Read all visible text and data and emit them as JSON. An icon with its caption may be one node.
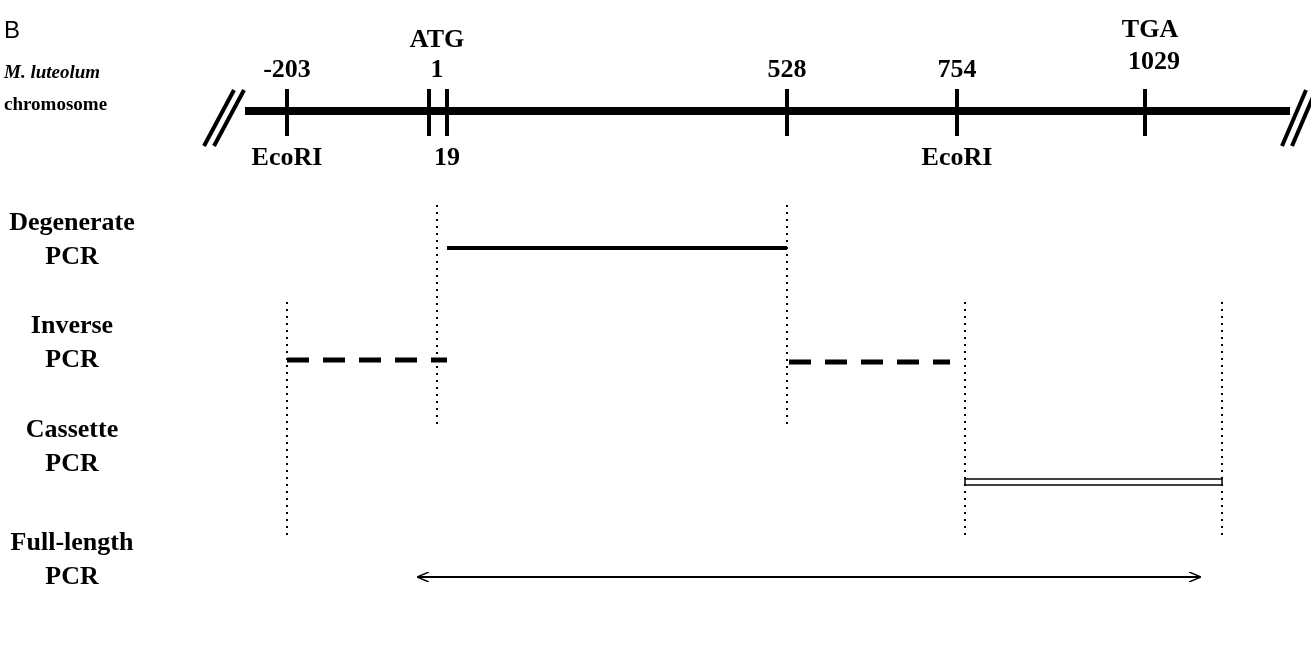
{
  "diagram": {
    "labels": [
      "B",
      "ATG",
      "TGA",
      "M. luteolum",
      "-203",
      "1",
      "528",
      "754",
      "1029",
      "chromosome",
      "EcoRI",
      "19",
      "EcoRI",
      "Degenerate PCR",
      "Inverse PCR",
      "Cassette PCR",
      "Full-length PCR"
    ]
  }
}
